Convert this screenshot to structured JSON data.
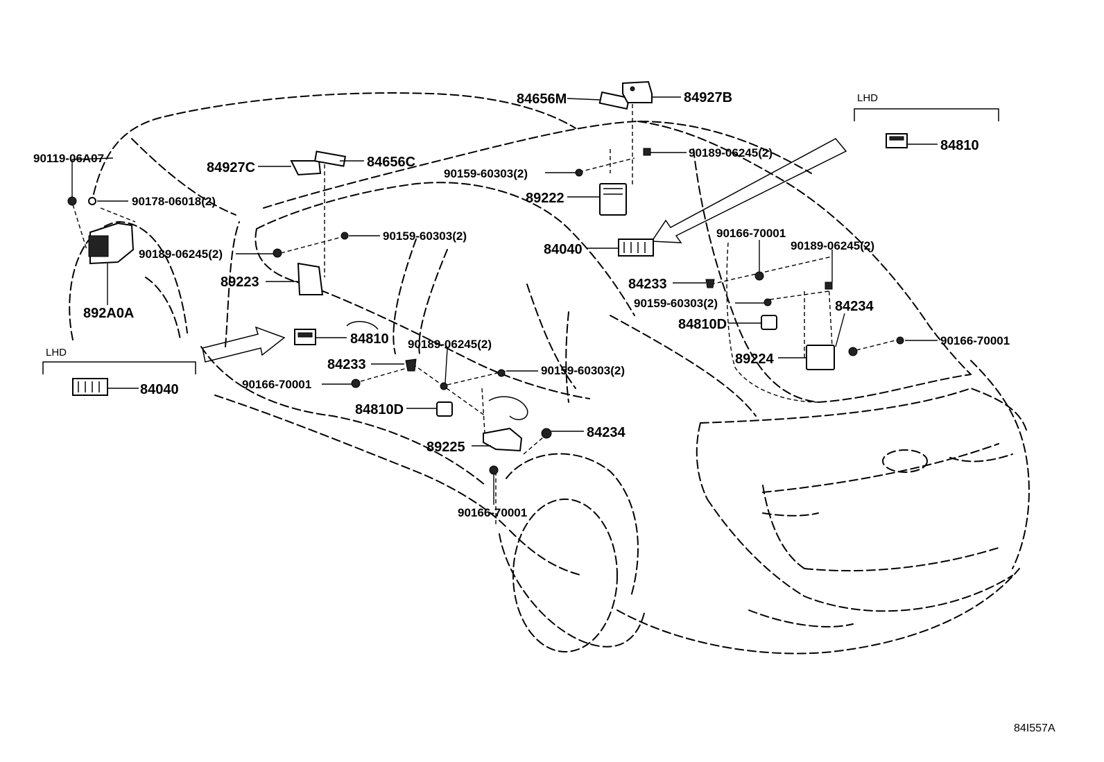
{
  "parts": {
    "p_84656M": "84656M",
    "p_84927B": "84927B",
    "p_84810_lhd": "84810",
    "p_90189_top": "90189-06245(2)",
    "p_90159_top": "90159-60303(2)",
    "p_89222": "89222",
    "p_84927C": "84927C",
    "p_84656C": "84656C",
    "p_90119": "90119-06A07",
    "p_90178": "90178-06018(2)",
    "p_90159_mid": "90159-60303(2)",
    "p_90189_left": "90189-06245(2)",
    "p_89223": "89223",
    "p_892A0A": "892A0A",
    "p_84040_center": "84040",
    "p_90166_r1": "90166-70001",
    "p_90189_r1": "90189-06245(2)",
    "p_84233_r": "84233",
    "p_90159_r": "90159-60303(2)",
    "p_84234_r": "84234",
    "p_84810D_r": "84810D",
    "p_90166_r2": "90166-70001",
    "p_89224": "89224",
    "p_84810_mid": "84810",
    "p_90189_mid": "90189-06245(2)",
    "p_84233_l": "84233",
    "p_90159_low": "90159-60303(2)",
    "p_90166_left": "90166-70001",
    "p_84040_lhd": "84040",
    "p_84810D_l": "84810D",
    "p_84234_l": "84234",
    "p_89225": "89225",
    "p_90166_bottom": "90166-70001"
  },
  "tags": {
    "lhd_top": "LHD",
    "lhd_left": "LHD"
  },
  "diagram_code": "84I557A"
}
